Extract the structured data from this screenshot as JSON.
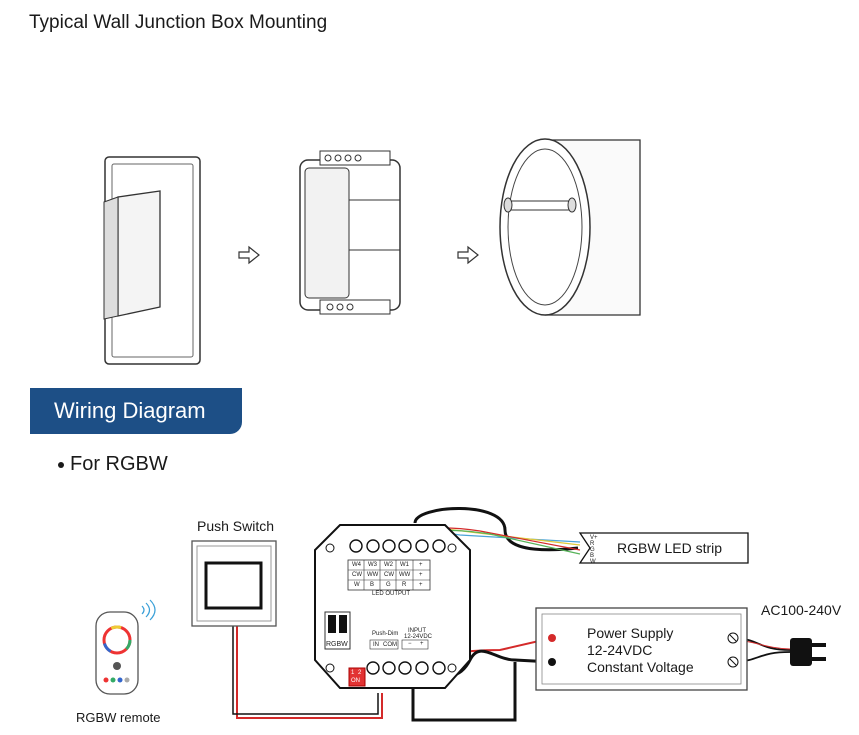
{
  "header": {
    "title": "Typical Wall Junction Box Mounting"
  },
  "section": {
    "banner": "Wiring Diagram",
    "bullet": "For RGBW"
  },
  "diagram": {
    "push_switch_label": "Push Switch",
    "remote_label": "RGBW remote",
    "led_strip_label": "RGBW LED strip",
    "strip_pins": [
      "V+",
      "R",
      "G",
      "B",
      "W"
    ],
    "ac_label": "AC100-240V",
    "power_supply": {
      "line1": "Power Supply",
      "line2": "12-24VDC",
      "line3": "Constant Voltage"
    },
    "controller": {
      "channels_row1": [
        "W4",
        "W3",
        "W2",
        "W1",
        "+"
      ],
      "channels_row2": [
        "CW",
        "WW",
        "CW",
        "WW",
        "+"
      ],
      "channels_row3": [
        "W",
        "B",
        "G",
        "R",
        "+"
      ],
      "led_output": "LED OUTPUT",
      "mode_label": "RGBW",
      "push_dim": "Push-Dim",
      "push_pins": [
        "IN",
        "COM"
      ],
      "input": "INPUT",
      "input_voltage": "12-24VDC",
      "input_pins": [
        "−",
        "+"
      ],
      "dip": [
        "1",
        "2",
        "ON"
      ]
    }
  },
  "colors": {
    "banner": "#1d4f86",
    "wire_red": "#d42a2a",
    "wire_black": "#111111"
  }
}
